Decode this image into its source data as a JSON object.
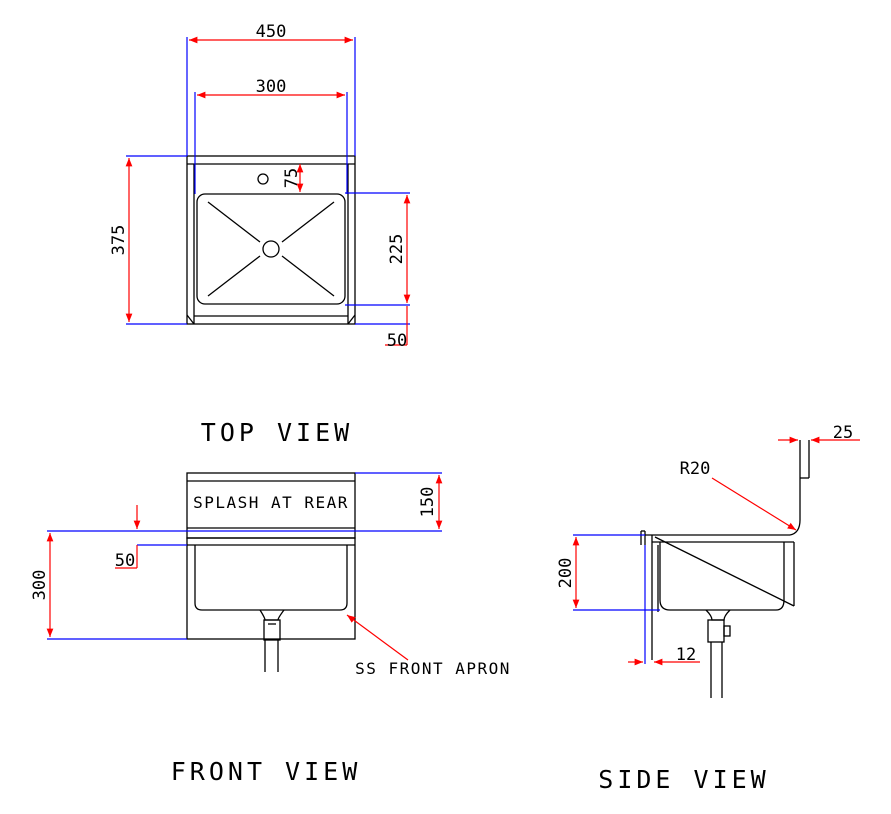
{
  "colors": {
    "dimension_line": "#ff0000",
    "extension_line": "#0000ff",
    "object_line": "#000000",
    "background": "#ffffff"
  },
  "views": {
    "top": {
      "title": "TOP VIEW",
      "dims": {
        "overall_width": "450",
        "bowl_width": "300",
        "overall_depth": "375",
        "tap_offset": "75",
        "bowl_depth": "225",
        "front_margin": "50"
      }
    },
    "front": {
      "title": "FRONT VIEW",
      "splash_label": "SPLASH AT REAR",
      "apron_label": "SS FRONT APRON",
      "dims": {
        "splash_height": "150",
        "overall_height": "300",
        "top_thickness": "50"
      }
    },
    "side": {
      "title": "SIDE VIEW",
      "dims": {
        "radius": "R20",
        "upstand": "25",
        "bowl_depth": "200",
        "apron": "12"
      }
    }
  }
}
